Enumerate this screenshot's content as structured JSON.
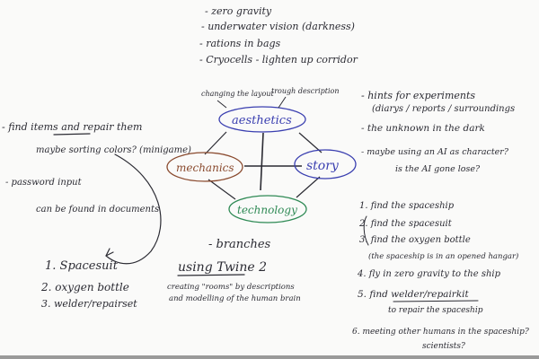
{
  "board": {
    "background": "#ffffff",
    "colors": {
      "ink": "#2b2b33",
      "blue": "#3a3fb0",
      "brown": "#8a4a2e",
      "green": "#2f8a55"
    },
    "top_list": [
      "- zero gravity",
      "- underwater vision (darkness)",
      "- rations in bags",
      "- Cryocells - lighten up corridor"
    ],
    "left_note": {
      "find_items": "- find items and repair them",
      "maybe_sorting": "maybe sorting colors? (minigame)",
      "password_input": "- password input",
      "found_in_docs": "can be found in documents"
    },
    "left_list": [
      "1. Spacesuit",
      "2. oxygen bottle",
      "3. welder/repairset"
    ],
    "mindmap": {
      "nodes": {
        "aesthetics": "aesthetics",
        "mechanics": "mechanics",
        "story": "story",
        "technology": "technology"
      },
      "notes": {
        "changing_layout": "changing the layout",
        "through_description": "trough description"
      }
    },
    "branches": "- branches",
    "using_twine": "using Twine 2",
    "twine_note_1": "creating \"rooms\" by descriptions",
    "twine_note_2": "and modelling of the human brain",
    "right_notes": {
      "hints": "- hints for experiments",
      "hints_sub": "(diarys / reports / surroundings",
      "unknown_dark": "- the unknown in the dark",
      "maybe_ai": "- maybe using an AI as character?",
      "ai_lose": "is the AI gone lose?"
    },
    "steps": [
      "1. find the spaceship",
      "2. find the spacesuit",
      "3. find the oxygen bottle",
      "(the spaceship is in an opened hangar)",
      "4. fly in zero gravity to the ship",
      "5. find welder/repairkit",
      "to repair the spaceship",
      "6. meeting other humans in the spaceship?",
      "scientists?"
    ]
  }
}
